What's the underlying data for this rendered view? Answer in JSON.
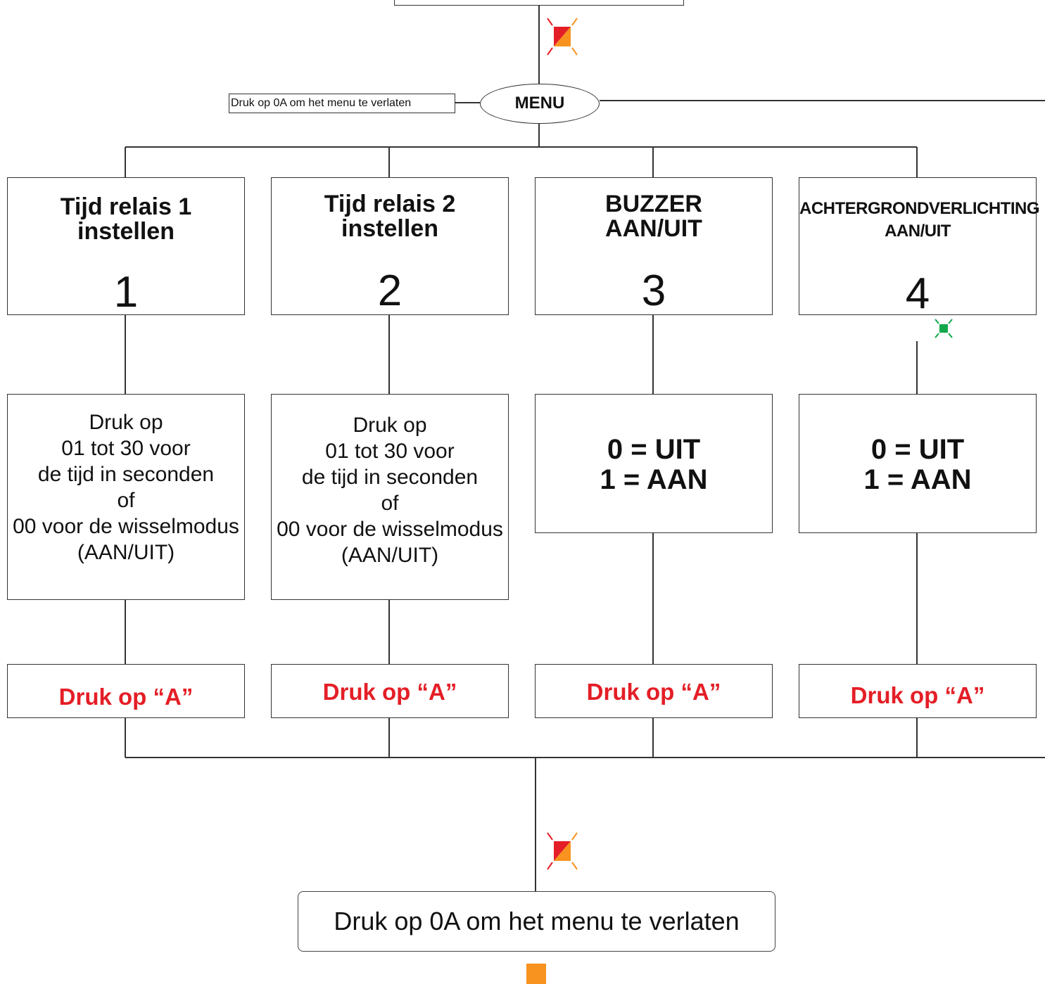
{
  "menu": {
    "label": "MENU"
  },
  "exit_hint_small": "Druk op 0A om het menu te verlaten",
  "options": [
    {
      "title_lines": [
        "Tijd relais 1",
        "instellen"
      ],
      "number": "1",
      "description_lines": [
        "Druk op",
        "01 tot 30 voor",
        "de tijd in seconden",
        "of",
        "00 voor de wisselmodus",
        "(AAN/UIT)"
      ],
      "confirm": "Druk op “A”"
    },
    {
      "title_lines": [
        "Tijd relais 2",
        "instellen"
      ],
      "number": "2",
      "description_lines": [
        "Druk op",
        "01 tot 30 voor",
        "de tijd in seconden",
        "of",
        "00 voor de wisselmodus",
        "(AAN/UIT)"
      ],
      "confirm": "Druk op “A”"
    },
    {
      "title_lines": [
        "BUZZER",
        "AAN/UIT"
      ],
      "number": "3",
      "toggle_lines": [
        "0 = UIT",
        "1 = AAN"
      ],
      "confirm": "Druk op “A”"
    },
    {
      "title_lines": [
        "ACHTERGRONDVERLICHTING",
        "AAN/UIT"
      ],
      "number": "4",
      "toggle_lines": [
        "0 = UIT",
        "1 = AAN"
      ],
      "confirm": "Druk op “A”"
    }
  ],
  "exit_box": {
    "label": "Druk op 0A om het menu te verlaten"
  },
  "colors": {
    "red": "#e41e26",
    "orange": "#f7931e",
    "green": "#10a84a",
    "line": "#333333"
  },
  "icons": [
    "led-red-orange-blinking-icon",
    "led-green-blinking-icon",
    "led-orange-icon"
  ]
}
